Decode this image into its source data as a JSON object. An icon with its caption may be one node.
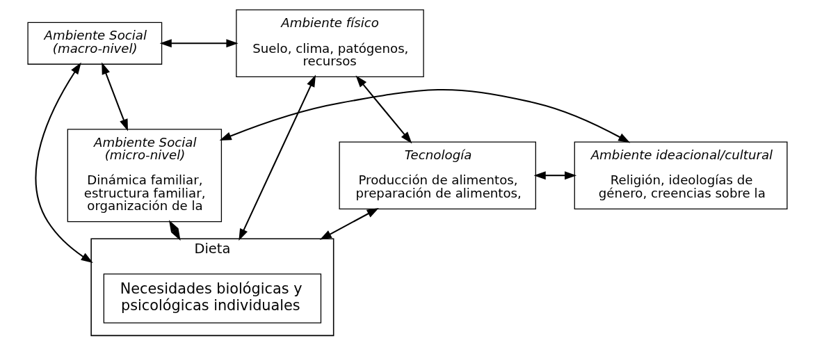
{
  "diagram": {
    "nodes": [
      {
        "text": [
          "Ambiente Social (macro-nivel)"
        ]
      },
      {
        "text": [
          "Ambiente físico",
          "Suelo, clima, patógenos, recursos"
        ]
      },
      {
        "text": [
          "Dieta"
        ]
      },
      {
        "text": [
          "Necesidades biológicas y psicológicas individuales"
        ],
        "in": 2
      },
      {
        "text": [
          "Ambiente Social (micro-nivel)",
          "Dinámica familiar, estructura familiar, organización de la"
        ]
      },
      {
        "text": [
          "Ambiente ideacional/cultural",
          "Religión, ideologías de género, creencias sobre la"
        ]
      },
      {
        "text": [
          "Tecnología",
          "Producción de alimentos, preparación de alimentos,"
        ]
      }
    ],
    "edges": [
      {
        "from": 0,
        "to": 1,
        "arrow": "both"
      },
      {
        "from": 0,
        "to": 4,
        "arrow": "both"
      },
      {
        "from": 0,
        "to": 2,
        "arrow": "both"
      },
      {
        "from": 4,
        "to": 2,
        "arrow": "both"
      },
      {
        "from": 1,
        "to": 2,
        "arrow": "both"
      },
      {
        "from": 6,
        "to": 2,
        "arrow": "both"
      },
      {
        "from": 1,
        "to": 6,
        "arrow": "both"
      },
      {
        "from": 4,
        "to": 5,
        "arrow": "both"
      },
      {
        "from": 5,
        "to": 6,
        "arrow": "both"
      }
    ]
  }
}
